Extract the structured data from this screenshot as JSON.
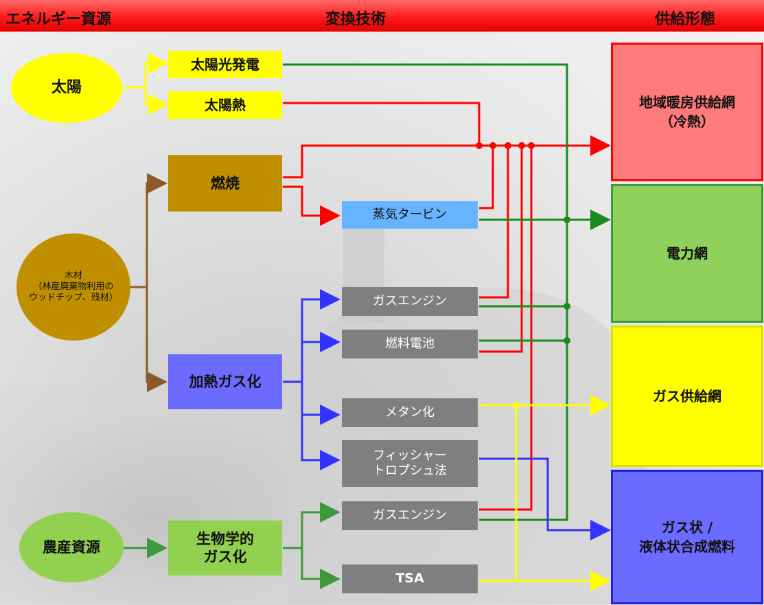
{
  "header": {
    "col1": "エネルギー資源",
    "col2": "変換技術",
    "col3": "供給形態"
  },
  "sources": {
    "sun": "太陽",
    "wood": "木材\n（林産廃棄物利用の\nウッドチップ、残材）",
    "agri": "農産資源"
  },
  "intermediates": {
    "combustion": "燃焼",
    "thermal_gasification": "加熱ガス化",
    "bio_gasification": "生物学的\nガス化"
  },
  "technologies": {
    "solar_pv": "太陽光発電",
    "solar_heat": "太陽熱",
    "steam_turbine": "蒸気タービン",
    "gas_engine_1": "ガスエンジン",
    "fuel_cell": "燃料電池",
    "methanation": "メタン化",
    "fischer_tropsch": "フィッシャー\nトロプシュ法",
    "gas_engine_2": "ガスエンジン",
    "tsa": "TSA"
  },
  "outputs": {
    "district_heating": "地域暖房供給網\n（冷熱）",
    "power_grid": "電力網",
    "gas_grid": "ガス供給網",
    "synthetic_fuel": "ガス状 /\n液体状合成燃料"
  },
  "colors": {
    "heat_line": "#ff0000",
    "power_line": "#1a8a1a",
    "gas_line": "#ffff00",
    "fuel_line": "#3333ff",
    "wood_line": "#8b5a2b",
    "sun_line": "#ffff00",
    "agri_line": "#3c9a3c"
  }
}
